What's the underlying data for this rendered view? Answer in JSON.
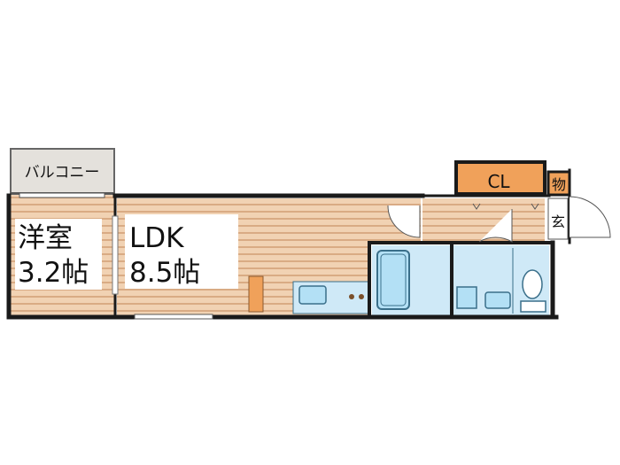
{
  "rooms": {
    "balcony": {
      "name": "バルコニー"
    },
    "western": {
      "name": "洋室",
      "size": "3.2帖"
    },
    "ldk": {
      "name": "LDK",
      "size": "8.5帖"
    },
    "closet": {
      "name": "CL"
    },
    "storage": {
      "name": "物"
    },
    "entrance": {
      "name": "玄"
    }
  },
  "colors": {
    "wall": "#1a1a1a",
    "floor_wood": "#f1d2b3",
    "floor_stripe": "#d9ab84",
    "balcony": "#e4e1dc",
    "closet": "#f0a15a",
    "wet_area": "#cfe9f7",
    "fixture_fill": "#b3e0f5",
    "fixture_stroke": "#3a6f8a",
    "counter_orange": "#f0a15a"
  }
}
